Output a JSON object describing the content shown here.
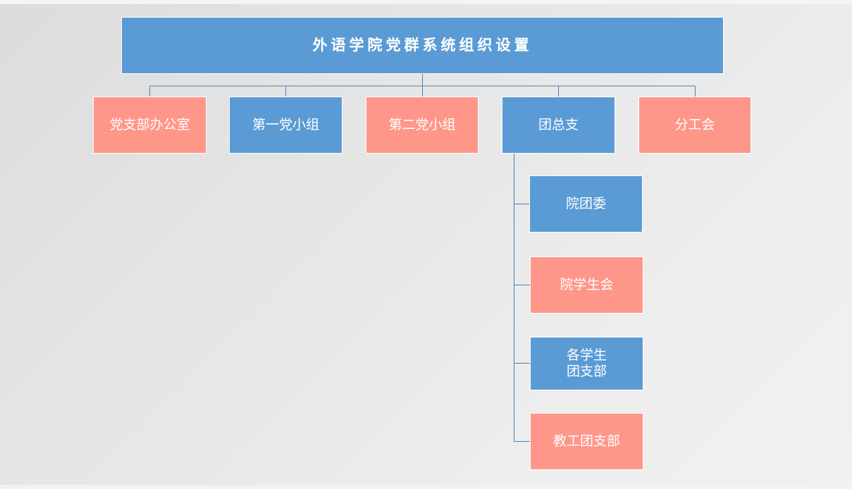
{
  "diagram": {
    "root": {
      "label": "外语学院党群系统组织设置",
      "color": "#5b9bd5"
    },
    "level1": [
      {
        "label": "党支部办公室",
        "color": "#ff968a"
      },
      {
        "label": "第一党小组",
        "color": "#5b9bd5"
      },
      {
        "label": "第二党小组",
        "color": "#ff968a"
      },
      {
        "label": "团总支",
        "color": "#5b9bd5"
      },
      {
        "label": "分工会",
        "color": "#ff968a"
      }
    ],
    "tuanzongzhi_children": [
      {
        "label": "院团委",
        "color": "#5b9bd5"
      },
      {
        "label": "院学生会",
        "color": "#ff968a"
      },
      {
        "label_line1": "各学生",
        "label_line2": "团支部",
        "color": "#5b9bd5"
      },
      {
        "label": "教工团支部",
        "color": "#ff968a"
      }
    ],
    "connector_color": "#4a7fb8"
  }
}
